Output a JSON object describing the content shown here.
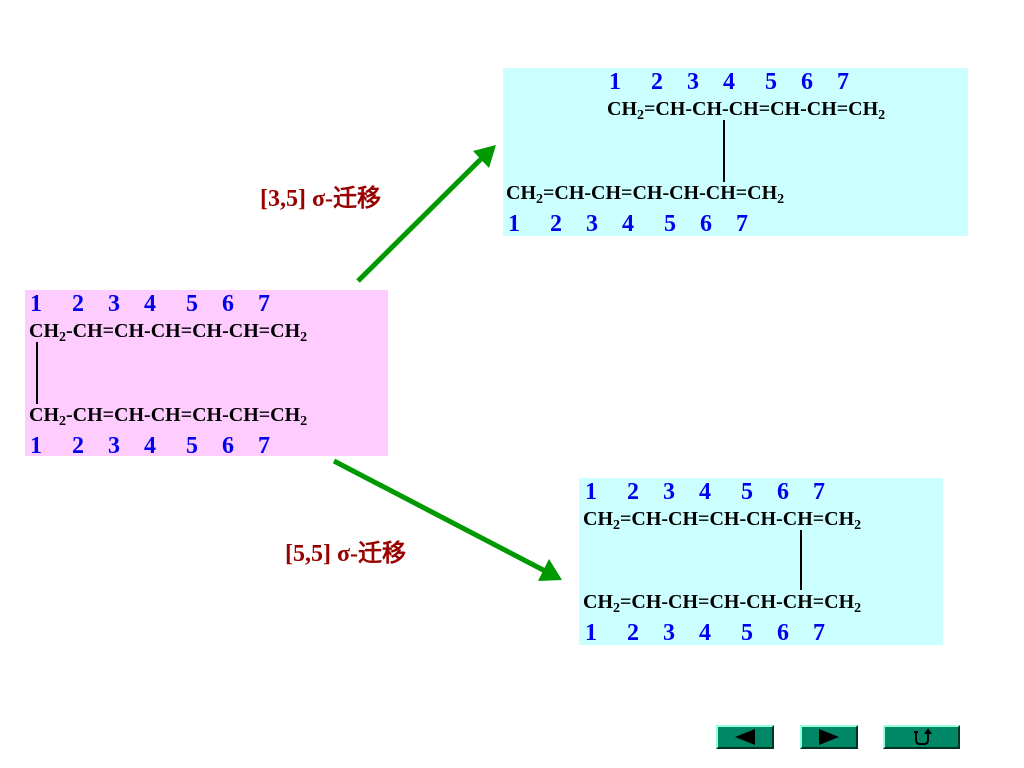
{
  "starting_compound": {
    "numbers_top": "1     2    3    4     5    6    7",
    "formula_top": [
      {
        "t": "CH"
      },
      {
        "sub": "2"
      },
      {
        "t": "-CH=CH-CH=CH-CH=CH"
      },
      {
        "sub": "2"
      }
    ],
    "formula_bottom": [
      {
        "t": "CH"
      },
      {
        "sub": "2"
      },
      {
        "t": "-CH=CH-CH=CH-CH=CH"
      },
      {
        "sub": "2"
      }
    ],
    "numbers_bottom": "1     2    3    4     5    6    7"
  },
  "product_35": {
    "numbers_top": "1     2    3    4     5    6    7",
    "formula_top": [
      {
        "t": "CH"
      },
      {
        "sub": "2"
      },
      {
        "t": "=CH-CH-CH=CH-CH=CH"
      },
      {
        "sub": "2"
      }
    ],
    "formula_bottom": [
      {
        "t": "CH"
      },
      {
        "sub": "2"
      },
      {
        "t": "=CH-CH=CH-CH-CH=CH"
      },
      {
        "sub": "2"
      }
    ],
    "numbers_bottom": "1     2    3    4     5    6    7"
  },
  "product_55": {
    "numbers_top": "1     2    3    4     5    6    7",
    "formula_top": [
      {
        "t": "CH"
      },
      {
        "sub": "2"
      },
      {
        "t": "=CH-CH=CH-CH-CH=CH"
      },
      {
        "sub": "2"
      }
    ],
    "formula_bottom": [
      {
        "t": "CH"
      },
      {
        "sub": "2"
      },
      {
        "t": "=CH-CH=CH-CH-CH=CH"
      },
      {
        "sub": "2"
      }
    ],
    "numbers_bottom": "1     2    3    4     5    6    7"
  },
  "labels": {
    "shift_35": "[3,5] σ-迁移",
    "shift_55": "[5,5] σ-迁移"
  },
  "colors": {
    "arrow": "#009900",
    "label": "#990000",
    "numbers": "#0000ee",
    "start_box": "#ffccff",
    "product_box": "#ccffff",
    "nav_button": "#008866"
  },
  "navigation": {
    "prev_icon": "triangle-left-icon",
    "next_icon": "triangle-right-icon",
    "return_icon": "return-arrow-icon"
  }
}
